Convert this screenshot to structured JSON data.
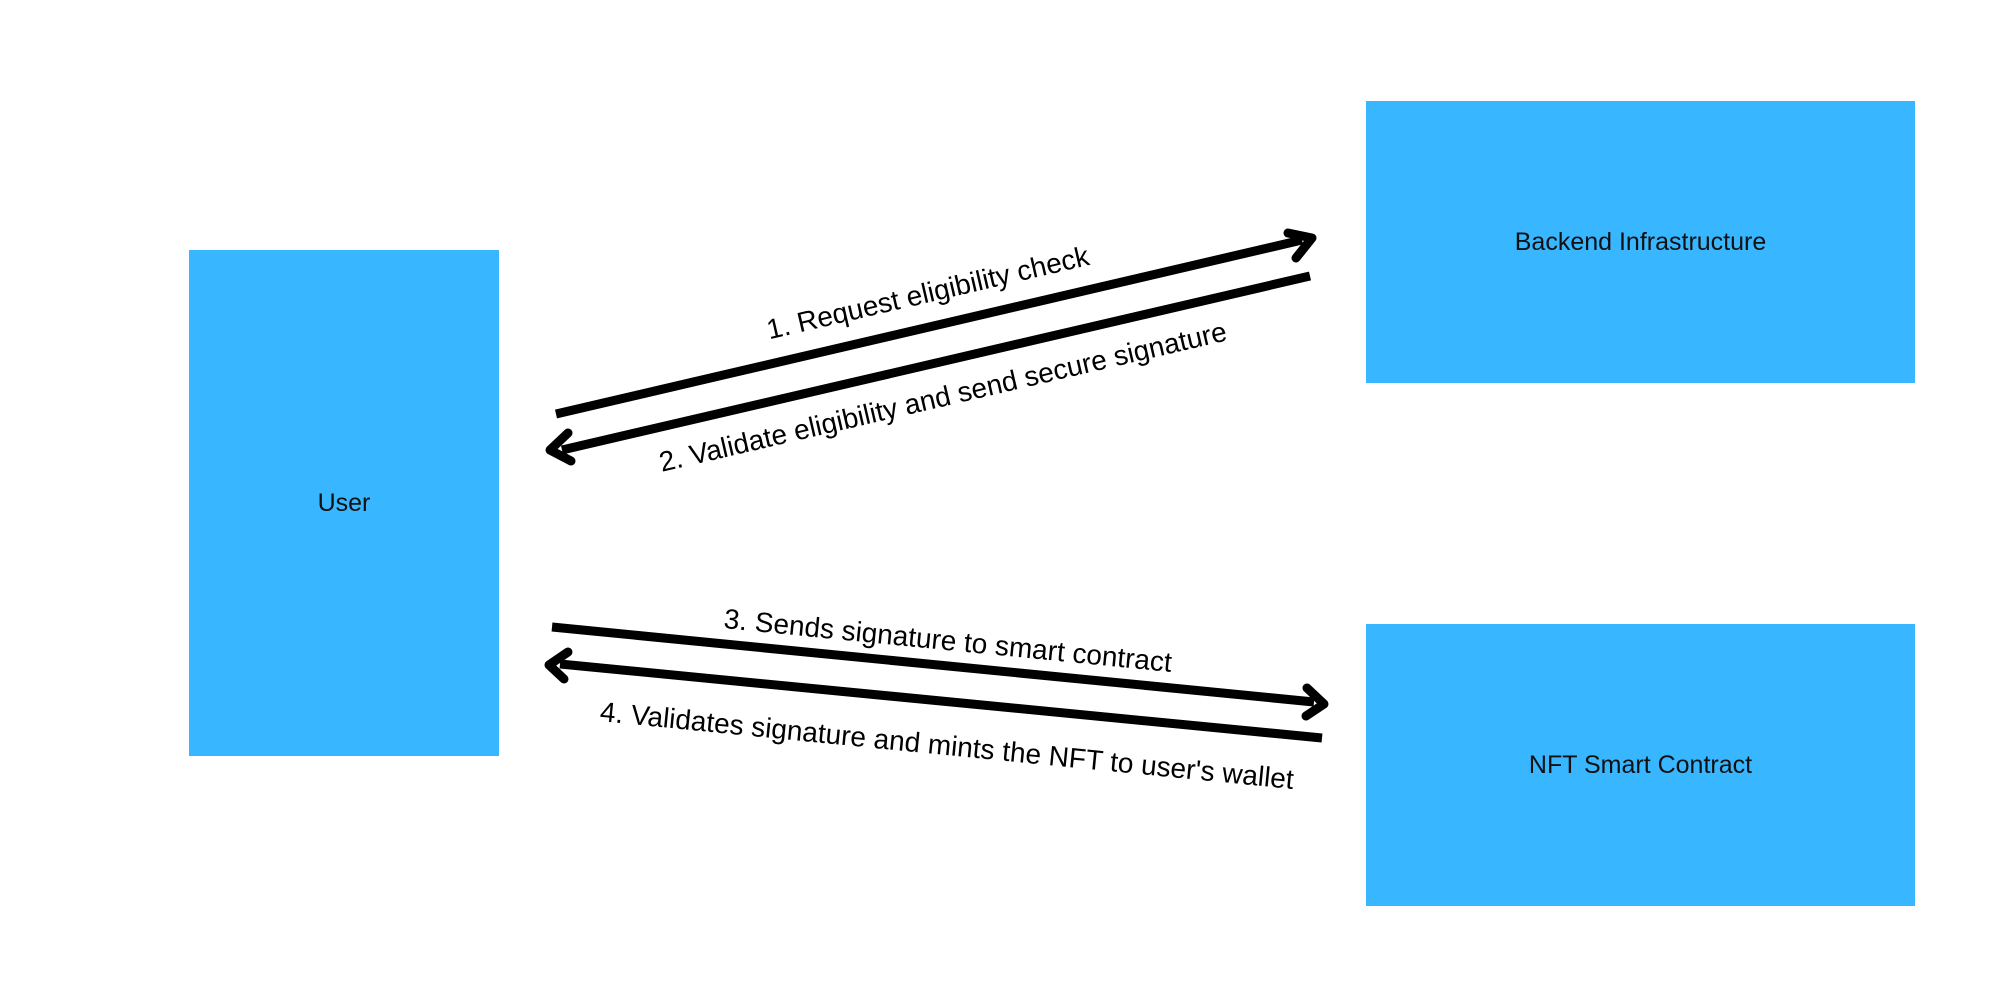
{
  "nodes": {
    "user": "User",
    "backend": "Backend Infrastructure",
    "contract": "NFT Smart Contract"
  },
  "edges": [
    {
      "from": "user",
      "to": "backend",
      "label": "1. Request eligibility check"
    },
    {
      "from": "backend",
      "to": "user",
      "label": "2. Validate eligibility and send secure signature"
    },
    {
      "from": "user",
      "to": "contract",
      "label": "3. Sends signature to smart contract"
    },
    {
      "from": "contract",
      "to": "user",
      "label": "4. Validates signature and mints the NFT to user's wallet"
    }
  ],
  "colors": {
    "box_fill": "#38b6ff",
    "arrow": "#000000",
    "background": "#ffffff"
  }
}
